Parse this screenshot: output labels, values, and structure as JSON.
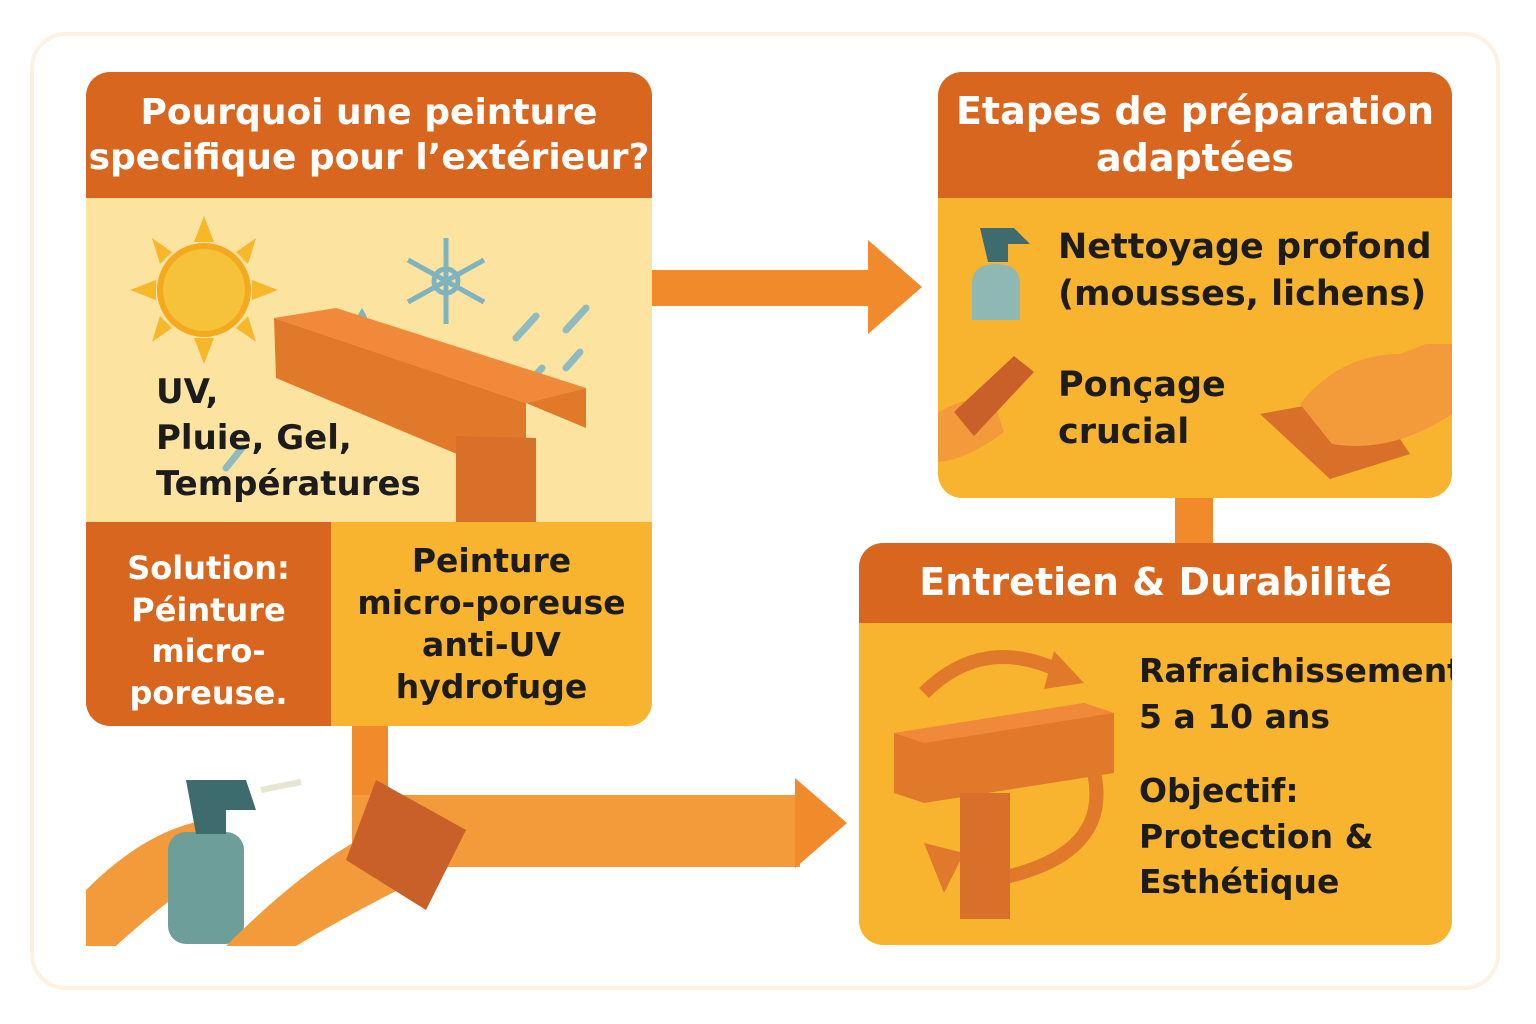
{
  "why": {
    "title_line1": "Pourquoi une peinture",
    "title_line2": "specifique pour l’extérieur?",
    "factors_line1": "UV,",
    "factors_line2": "Pluie,  Gel,",
    "factors_line3": "Températures",
    "solution_label_line1": "Solution:",
    "solution_label_line2": "Péinture",
    "solution_label_line3": "micro-poreuse.",
    "solution_desc_line1": "Peinture",
    "solution_desc_line2": "micro-poreuse",
    "solution_desc_line3": "anti-UV",
    "solution_desc_line4": "hydrofuge"
  },
  "prep": {
    "title_line1": "Etapes de préparation",
    "title_line2": "adaptées",
    "step1_line1": "Nettoyage profond",
    "step1_line2": "(mousses, lichens)",
    "step2_line1": "Ponçage",
    "step2_line2": "crucial"
  },
  "maint": {
    "title": "Entretien & Durabilité",
    "refresh_line1": "Rafraichissement:",
    "refresh_line2": "5 a 10 ans",
    "goal_line1": "Objectif:",
    "goal_line2": "Protection &",
    "goal_line3": "Esthétique"
  },
  "colors": {
    "header": "#D9661E",
    "panel_light": "#FDE3A0",
    "panel": "#F9B42F",
    "arrow": "#F08A2A"
  }
}
